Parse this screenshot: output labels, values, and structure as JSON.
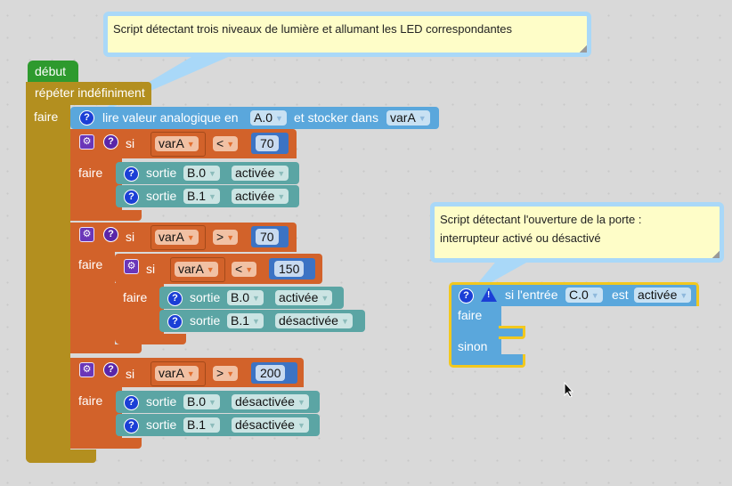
{
  "comments": [
    {
      "text": "Script détectant trois niveaux de lumière et allumant les LED correspondantes"
    },
    {
      "line1": "Script détectant l'ouverture de la porte :",
      "line2": "interrupteur activé ou désactivé"
    }
  ],
  "script1": {
    "start_label": "début",
    "loop_label": "répéter indéfiniment",
    "loop_do_label": "faire",
    "read": {
      "label_prefix": "lire valeur analogique en",
      "port": "A.0",
      "label_mid": "et stocker dans",
      "variable": "varA"
    },
    "if_blocks": [
      {
        "si_label": "si",
        "faire_label": "faire",
        "var": "varA",
        "op": "<",
        "value": "70",
        "outputs": [
          {
            "label": "sortie",
            "pin": "B.0",
            "state": "activée"
          },
          {
            "label": "sortie",
            "pin": "B.1",
            "state": "activée"
          }
        ]
      },
      {
        "si_label": "si",
        "faire_label": "faire",
        "var": "varA",
        "op": ">",
        "value": "70",
        "nested": {
          "si_label": "si",
          "faire_label": "faire",
          "var": "varA",
          "op": "<",
          "value": "150",
          "outputs": [
            {
              "label": "sortie",
              "pin": "B.0",
              "state": "activée"
            },
            {
              "label": "sortie",
              "pin": "B.1",
              "state": "désactivée"
            }
          ]
        }
      },
      {
        "si_label": "si",
        "faire_label": "faire",
        "var": "varA",
        "op": ">",
        "value": "200",
        "outputs": [
          {
            "label": "sortie",
            "pin": "B.0",
            "state": "désactivée"
          },
          {
            "label": "sortie",
            "pin": "B.1",
            "state": "désactivée"
          }
        ]
      }
    ]
  },
  "script2": {
    "label_prefix": "si l'entrée",
    "input": "C.0",
    "label_mid": "est",
    "state": "activée",
    "do_label": "faire",
    "else_label": "sinon"
  },
  "icons": {
    "help": "?",
    "gear": "⚙",
    "warning": "!",
    "dropdown": "▾"
  },
  "colors": {
    "start": "#2e9a2e",
    "loop": "#b38f1f",
    "io_blue": "#5aa7dc",
    "logic_orange": "#d2622a",
    "output_teal": "#5ba5a4",
    "number": "#3c73c4",
    "comment_bg": "#fefdc8",
    "comment_border": "#a9d8f8",
    "selected_outline": "#f2c81e"
  }
}
